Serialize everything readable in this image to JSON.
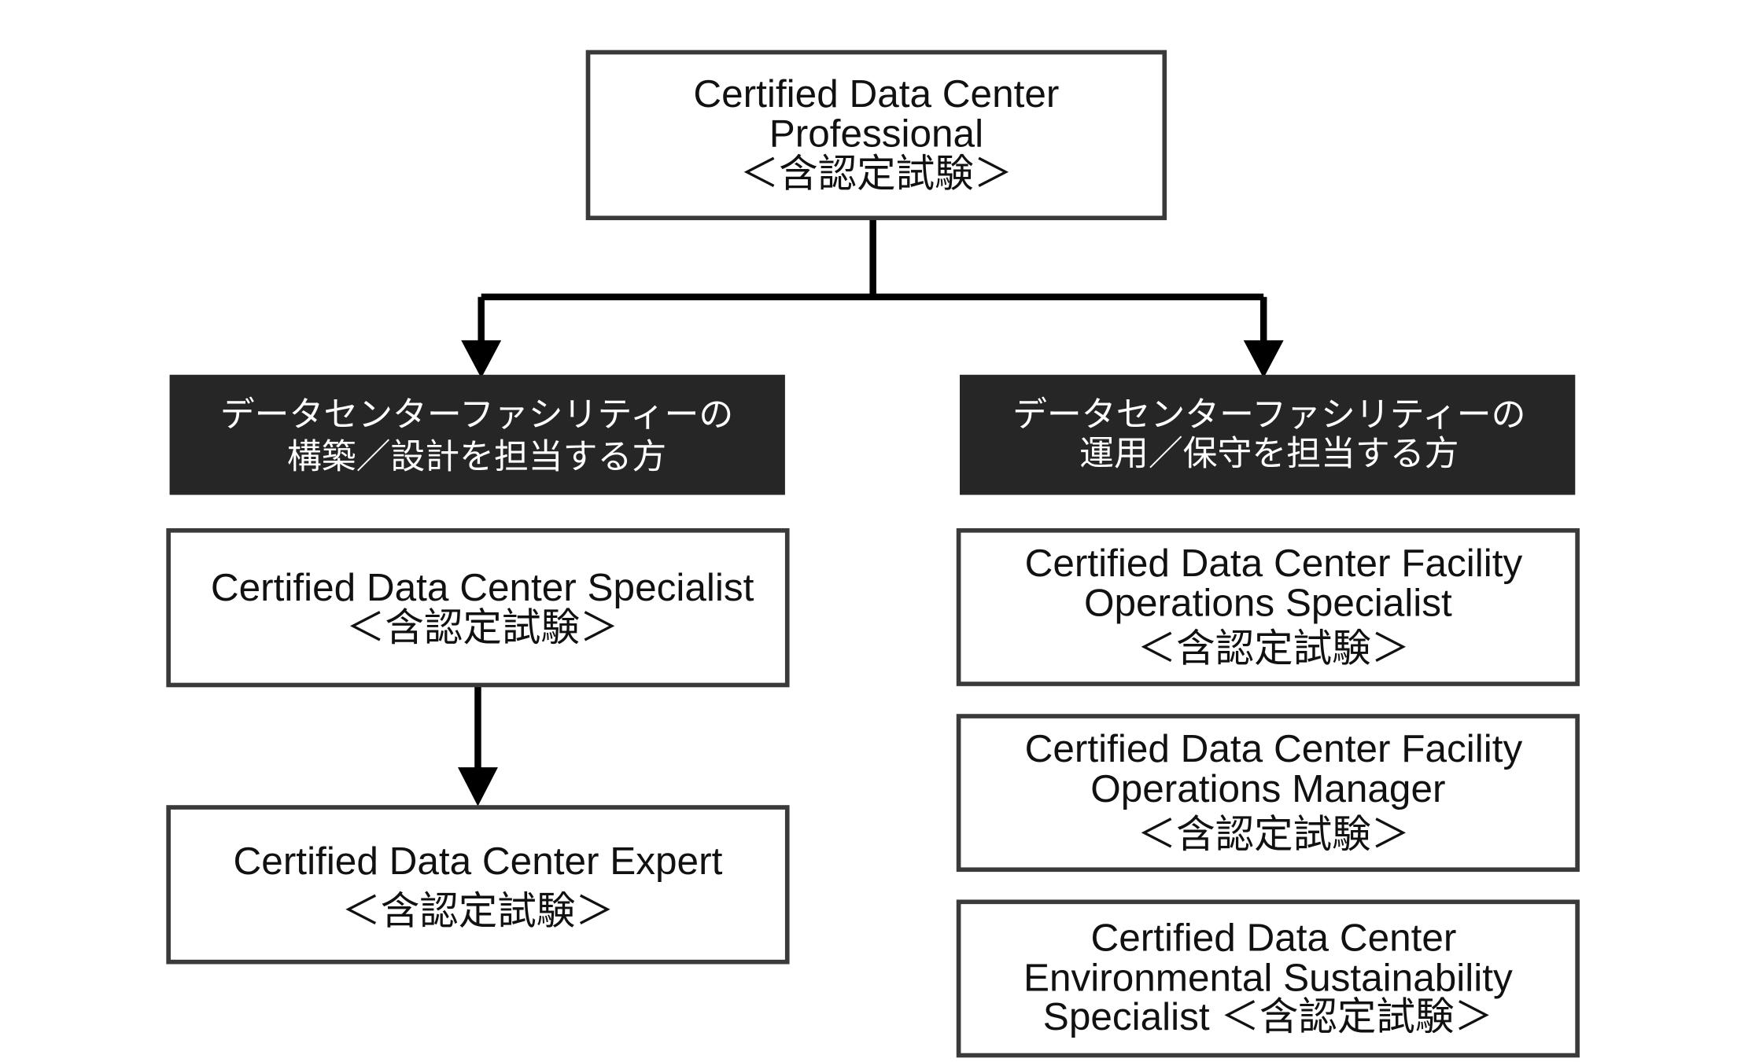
{
  "top": {
    "lines": [
      "Certified Data Center",
      "Professional",
      "＜含認定試験＞"
    ]
  },
  "left_header": {
    "lines": [
      "データセンターファシリティーの",
      "構築／設計を担当する方"
    ]
  },
  "right_header": {
    "lines": [
      "データセンターファシリティーの",
      "運用／保守を担当する方"
    ]
  },
  "left_boxes": [
    {
      "lines": [
        "Certified Data Center Specialist",
        "＜含認定試験＞"
      ]
    },
    {
      "lines": [
        "Certified Data Center Expert",
        "＜含認定試験＞"
      ]
    }
  ],
  "right_boxes": [
    {
      "lines": [
        "Certified Data Center Facility",
        "Operations Specialist",
        "＜含認定試験＞"
      ]
    },
    {
      "lines": [
        "Certified Data Center  Facility",
        "Operations Manager",
        "＜含認定試験＞"
      ]
    },
    {
      "lines": [
        "Certified Data Center",
        "Environmental Sustainability",
        "Specialist ＜含認定試験＞"
      ]
    }
  ]
}
